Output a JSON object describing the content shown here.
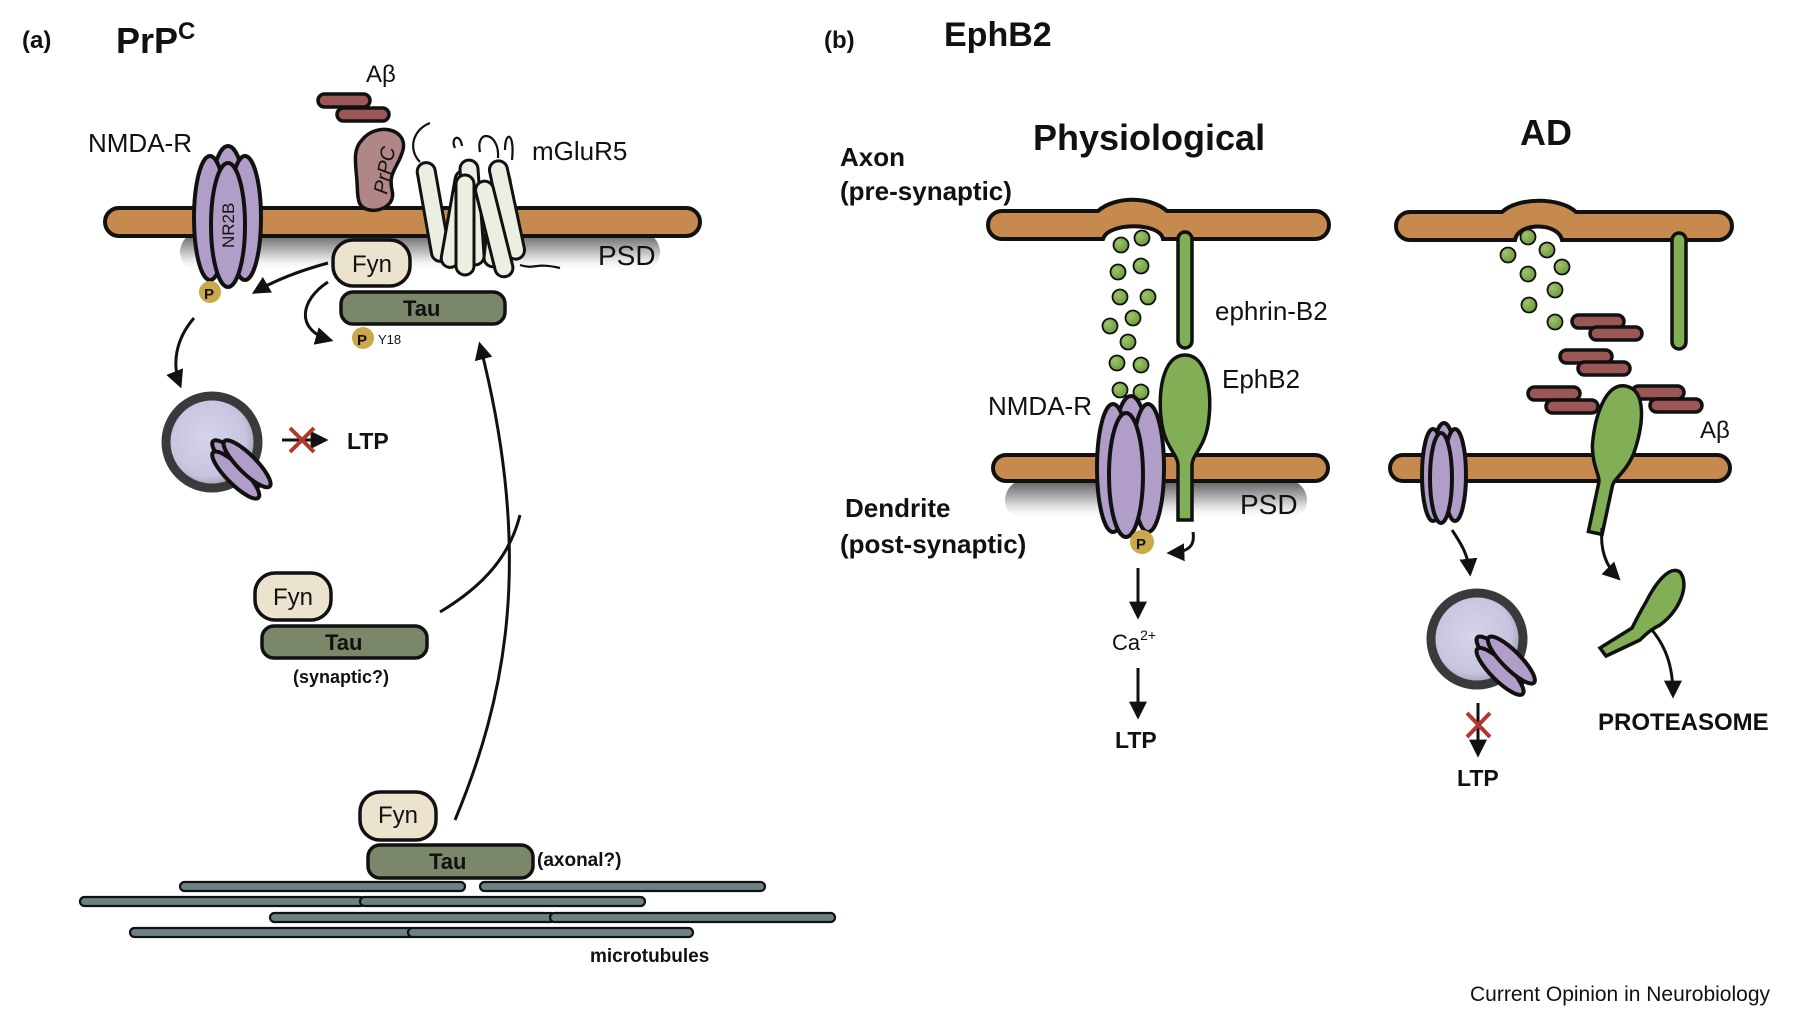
{
  "panel_a": {
    "label": "(a)",
    "title": "PrP",
    "title_sup": "C",
    "nmda_label": "NMDA-R",
    "nr2b_label": "NR2B",
    "abeta_label": "Aβ",
    "prpc_label": "PrPC",
    "mglur5_label": "mGluR5",
    "psd_label": "PSD",
    "fyn_label": "Fyn",
    "tau_label": "Tau",
    "phospho_label": "P",
    "y18_label": "Y18",
    "ltp_label": "LTP",
    "synaptic_label": "(synaptic?)",
    "axonal_label": "(axonal?)",
    "microtubules_label": "microtubules"
  },
  "panel_b": {
    "label": "(b)",
    "title": "EphB2",
    "physiological": {
      "title": "Physiological",
      "axon_label": "Axon",
      "presynaptic_label": "(pre-synaptic)",
      "dendrite_label": "Dendrite",
      "postsynaptic_label": "(post-synaptic)",
      "ephrin_label": "ephrin-B2",
      "ephb2_label": "EphB2",
      "nmda_label": "NMDA-R",
      "psd_label": "PSD",
      "phospho_label": "P",
      "calcium_label": "Ca",
      "calcium_sup": "2+",
      "ltp_label": "LTP"
    },
    "ad": {
      "title": "AD",
      "abeta_label": "Aβ",
      "ltp_label": "LTP",
      "proteasome_label": "PROTEASOME"
    }
  },
  "footer": {
    "credit": "Current Opinion in Neurobiology"
  },
  "colors": {
    "membrane": "#c68a4e",
    "nmda_receptor": "#b09ec8",
    "ephrin_green": "#82ae55",
    "abeta": "#9b5656",
    "fyn": "#ece3cf",
    "tau": "#7a8768",
    "phospho": "#c9a94a",
    "block_x": "#b0392f",
    "microtubule": "#6b8385"
  }
}
